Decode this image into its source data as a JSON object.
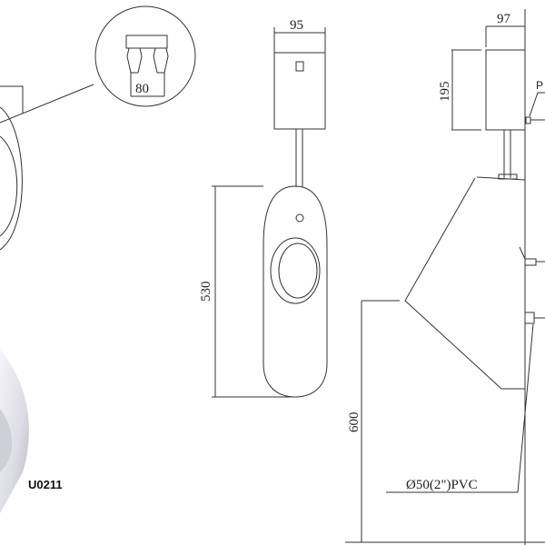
{
  "product_code": "U0211",
  "detail_view": {
    "width_label": "80"
  },
  "front_view": {
    "tank_width_label": "95",
    "height_label": "530"
  },
  "side_view": {
    "tank_depth_label": "97",
    "tank_height_label": "195",
    "callout_label": "P",
    "mount_height_label": "600",
    "pipe_label": "Ø50(2\")PVC"
  },
  "colors": {
    "line": "#333333",
    "photo": "#e4e4ea"
  }
}
